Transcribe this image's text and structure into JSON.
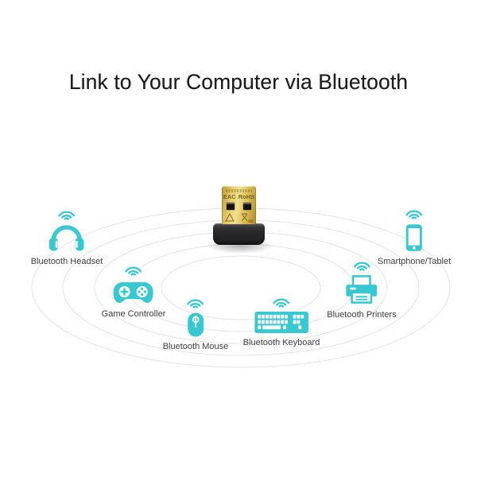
{
  "title": "Link to Your Computer via Bluetooth",
  "adapter": {
    "marking_eac": "EAC",
    "marking_rohs": "RoHS"
  },
  "devices": [
    {
      "id": "bluetooth-headset",
      "label": "Bluetooth Headset"
    },
    {
      "id": "game-controller",
      "label": "Game Controller"
    },
    {
      "id": "bluetooth-mouse",
      "label": "Bluetooth Mouse"
    },
    {
      "id": "bluetooth-keyboard",
      "label": "Bluetooth Keyboard"
    },
    {
      "id": "bluetooth-printers",
      "label": "Bluetooth Printers"
    },
    {
      "id": "smartphone-tablet",
      "label": "Smartphone/Tablet"
    }
  ],
  "colors": {
    "accent": "#38c8d2",
    "ripple_line": "#e3e3e3",
    "title_text": "#1c1c1c",
    "label_text": "#3e3e3e",
    "usb_gold": "#dcbd55",
    "usb_body": "#232325"
  }
}
